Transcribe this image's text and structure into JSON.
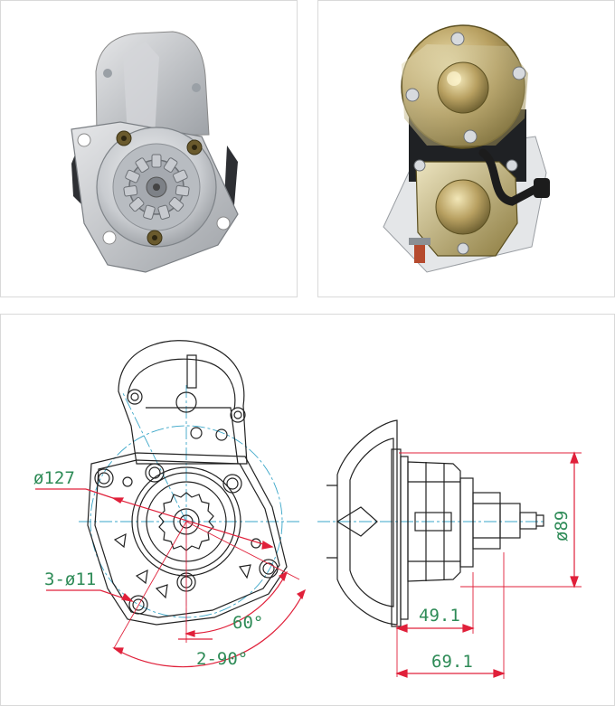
{
  "colors": {
    "dimension_line": "#e0203a",
    "dimension_text": "#2e8b57",
    "centerline": "#3aa6c8",
    "outline": "#222222",
    "housing": "#c9ccd0",
    "plate_gold": "#b8a061"
  },
  "photos": {
    "front": {
      "label": "starter-front-photo"
    },
    "rear": {
      "label": "starter-rear-photo"
    }
  },
  "drawing": {
    "dimensions": {
      "pcd": "ø127",
      "holes": "3-ø11",
      "angle_60": "60°",
      "angle_2x90": "2-90°",
      "diameter_89": "ø89",
      "length_49": "49.1",
      "length_69": "69.1"
    }
  }
}
